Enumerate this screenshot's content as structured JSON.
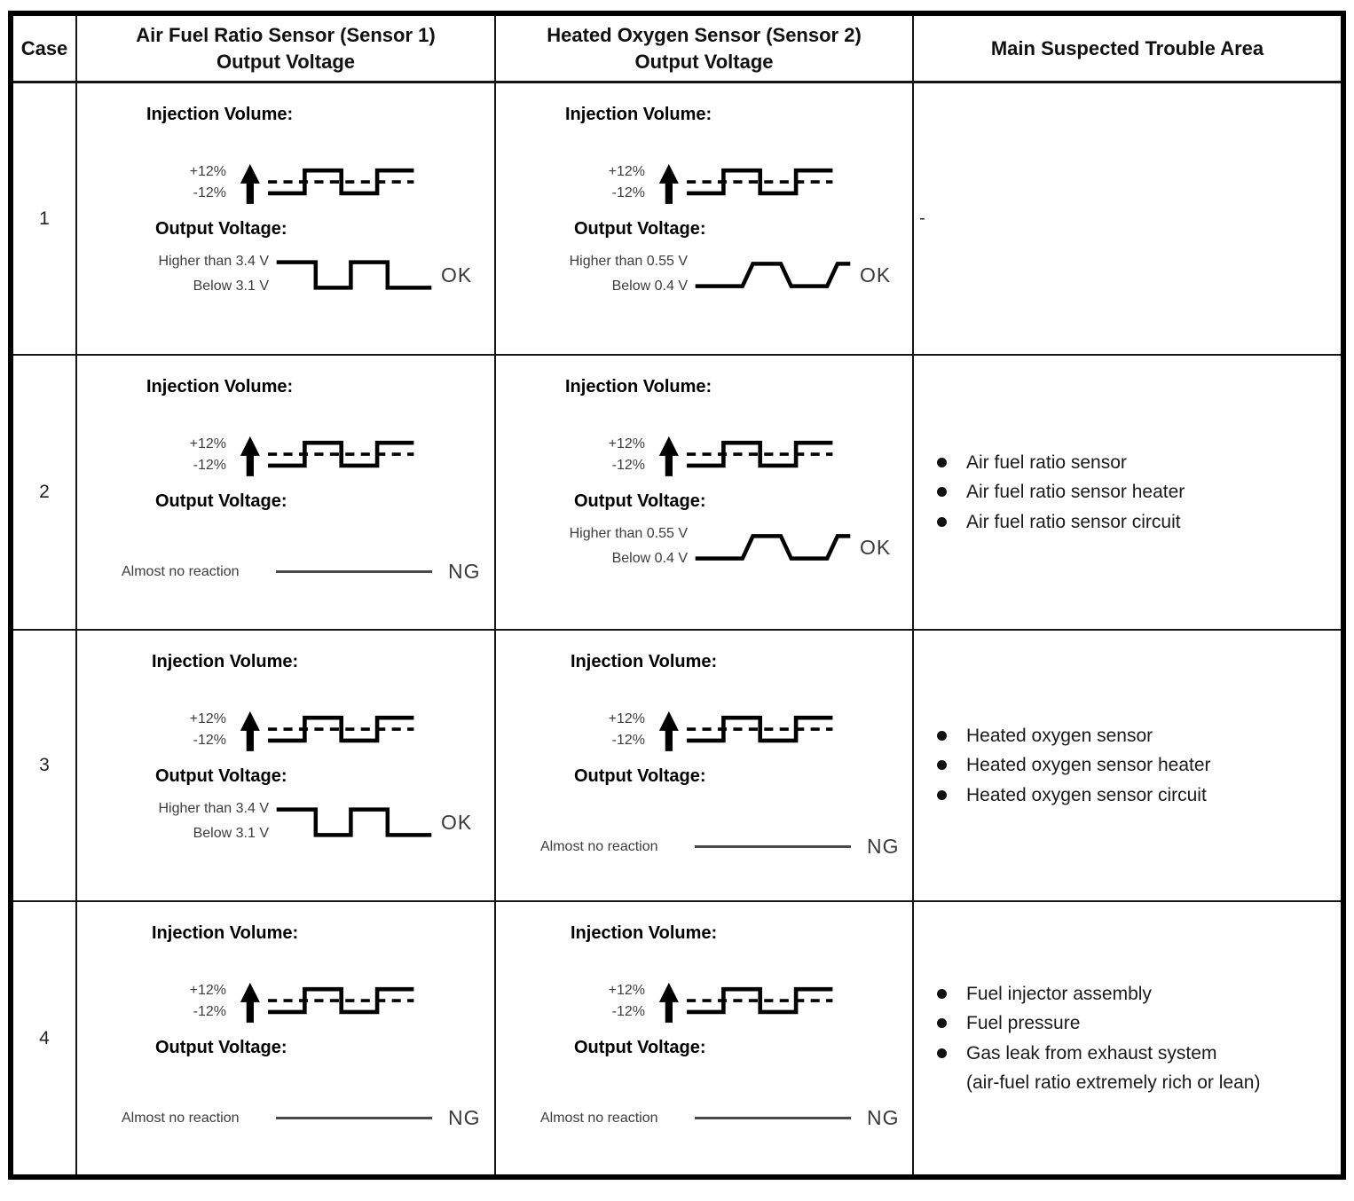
{
  "header": {
    "case": "Case",
    "afr": "Air Fuel Ratio Sensor (Sensor 1)\nOutput Voltage",
    "o2": "Heated Oxygen Sensor (Sensor 2)\nOutput Voltage",
    "trouble": "Main Suspected Trouble Area"
  },
  "labels": {
    "injection_volume": "Injection Volume:",
    "output_voltage": "Output Voltage:",
    "plus_pct": "+12%",
    "minus_pct": "-12%",
    "afr_high": "Higher than 3.4 V",
    "afr_low": "Below 3.1 V",
    "o2_high": "Higher than 0.55 V",
    "o2_low": "Below 0.4 V",
    "no_reaction": "Almost no reaction",
    "ok": "OK",
    "ng": "NG"
  },
  "rows": [
    {
      "case": "1",
      "afr_result": "OK",
      "o2_result": "OK",
      "trouble_dash": "-",
      "trouble_items": []
    },
    {
      "case": "2",
      "afr_result": "NG",
      "o2_result": "OK",
      "trouble_items": [
        "Air fuel ratio sensor",
        "Air fuel ratio sensor heater",
        "Air fuel ratio sensor circuit"
      ]
    },
    {
      "case": "3",
      "afr_result": "OK",
      "o2_result": "NG",
      "trouble_items": [
        "Heated oxygen sensor",
        "Heated oxygen sensor heater",
        "Heated oxygen sensor circuit"
      ]
    },
    {
      "case": "4",
      "afr_result": "NG",
      "o2_result": "NG",
      "trouble_items": [
        "Fuel injector assembly",
        "Fuel pressure",
        "Gas leak from exhaust system\n(air-fuel ratio extremely rich or lean)"
      ]
    }
  ]
}
